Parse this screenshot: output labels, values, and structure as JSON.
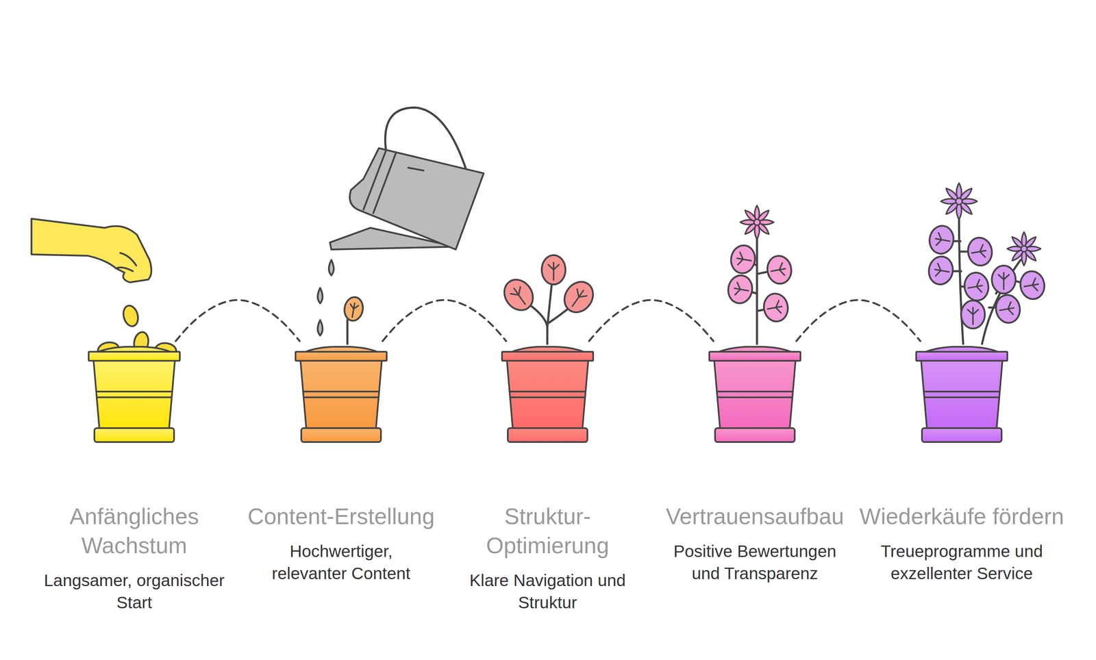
{
  "diagram": {
    "nodes": [
      {
        "text": [
          "Anfängliches Wachstum",
          "Langsamer, organischer Start"
        ]
      },
      {
        "text": [
          "Content-Erstellung",
          "Hochwertiger, relevanter Content"
        ]
      },
      {
        "text": [
          "Struktur-Optimierung",
          "Klare Navigation und Struktur"
        ]
      },
      {
        "text": [
          "Vertrauensaufbau",
          "Positive Bewertungen und Transparenz"
        ]
      },
      {
        "text": [
          "Wiederkäufe fördern",
          "Treueprogramme und exzellenter Service"
        ]
      }
    ],
    "edges": [
      {
        "from": 0,
        "to": 1,
        "arrow": "none"
      },
      {
        "from": 1,
        "to": 2,
        "arrow": "none"
      },
      {
        "from": 2,
        "to": 3,
        "arrow": "none"
      },
      {
        "from": 3,
        "to": 4,
        "arrow": "none"
      }
    ]
  }
}
